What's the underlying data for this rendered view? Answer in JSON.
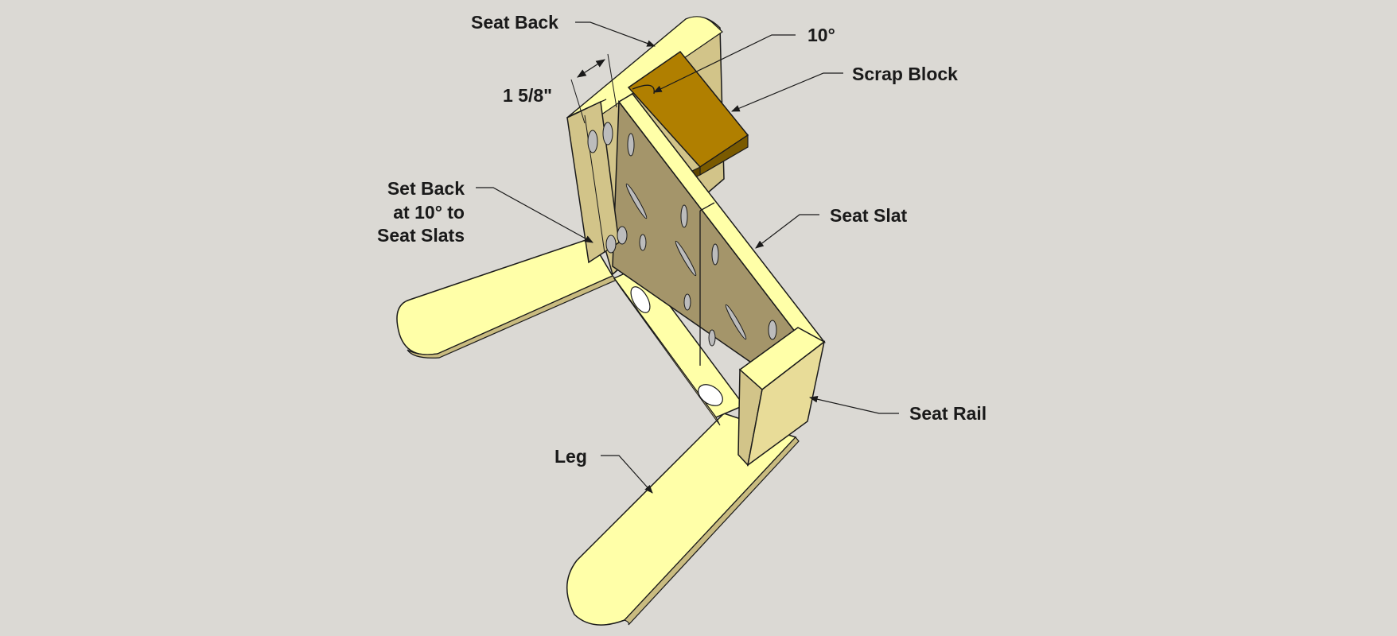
{
  "diagram": {
    "labels": {
      "seat_back": "Seat Back",
      "angle": "10°",
      "scrap_block": "Scrap Block",
      "dimension": "1 5/8\"",
      "set_back_line1": "Set Back",
      "set_back_line2": "at 10° to",
      "set_back_line3": "Seat Slats",
      "seat_slat": "Seat Slat",
      "seat_rail": "Seat Rail",
      "leg": "Leg"
    },
    "colors": {
      "background": "#dbd9d4",
      "wood_light": "#ffffa8",
      "wood_mid": "#d2c489",
      "wood_dark": "#9d8d5d",
      "scrap_block": "#b07f00",
      "outline": "#1a1a1a"
    }
  }
}
